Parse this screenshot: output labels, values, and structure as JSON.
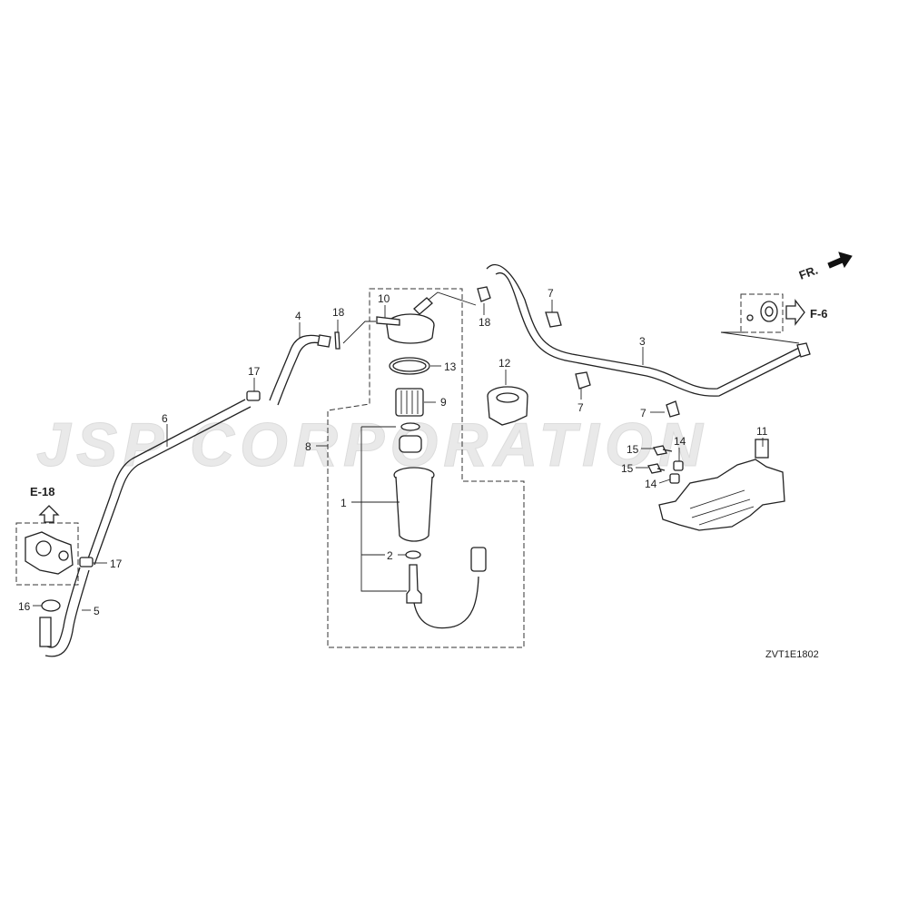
{
  "watermark": "JSP CORPORATION",
  "diagram_code": "ZVT1E1802",
  "direction_label": "FR.",
  "references": {
    "e18": "E-18",
    "f6": "F-6"
  },
  "callouts": {
    "c1": "1",
    "c2": "2",
    "c3": "3",
    "c4": "4",
    "c5": "5",
    "c6": "6",
    "c7a": "7",
    "c7b": "7",
    "c7c": "7",
    "c8": "8",
    "c9": "9",
    "c10": "10",
    "c11": "11",
    "c12": "12",
    "c13": "13",
    "c14a": "14",
    "c14b": "14",
    "c15a": "15",
    "c15b": "15",
    "c16": "16",
    "c17a": "17",
    "c17b": "17",
    "c18a": "18",
    "c18b": "18"
  },
  "icons": {
    "fr_arrow": "arrow-right-icon",
    "e18_arrow": "arrow-up-icon",
    "f6_arrow": "arrow-right-icon"
  }
}
